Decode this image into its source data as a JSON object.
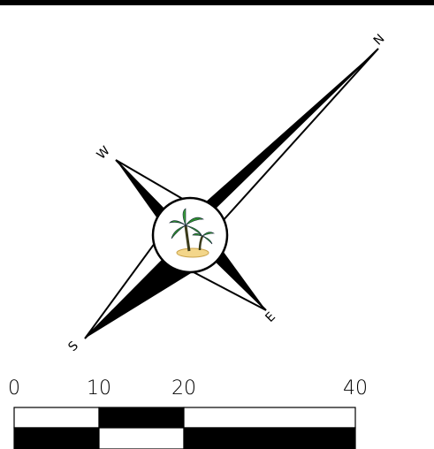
{
  "compass": {
    "north_label": "N",
    "south_label": "S",
    "east_label": "E",
    "west_label": "W",
    "center_icon": "palm-island-icon",
    "colors": {
      "fill": "#000000",
      "outline": "#000000",
      "background": "#ffffff",
      "palm_leaf": "#2f8f2f",
      "palm_trunk": "#3a3a1a",
      "sand": "#f3d68a"
    }
  },
  "scale_bar": {
    "labels": [
      "0",
      "10",
      "20",
      "40"
    ],
    "colors": {
      "dark": "#000000",
      "light": "#ffffff"
    }
  },
  "border_top_color": "#000000"
}
